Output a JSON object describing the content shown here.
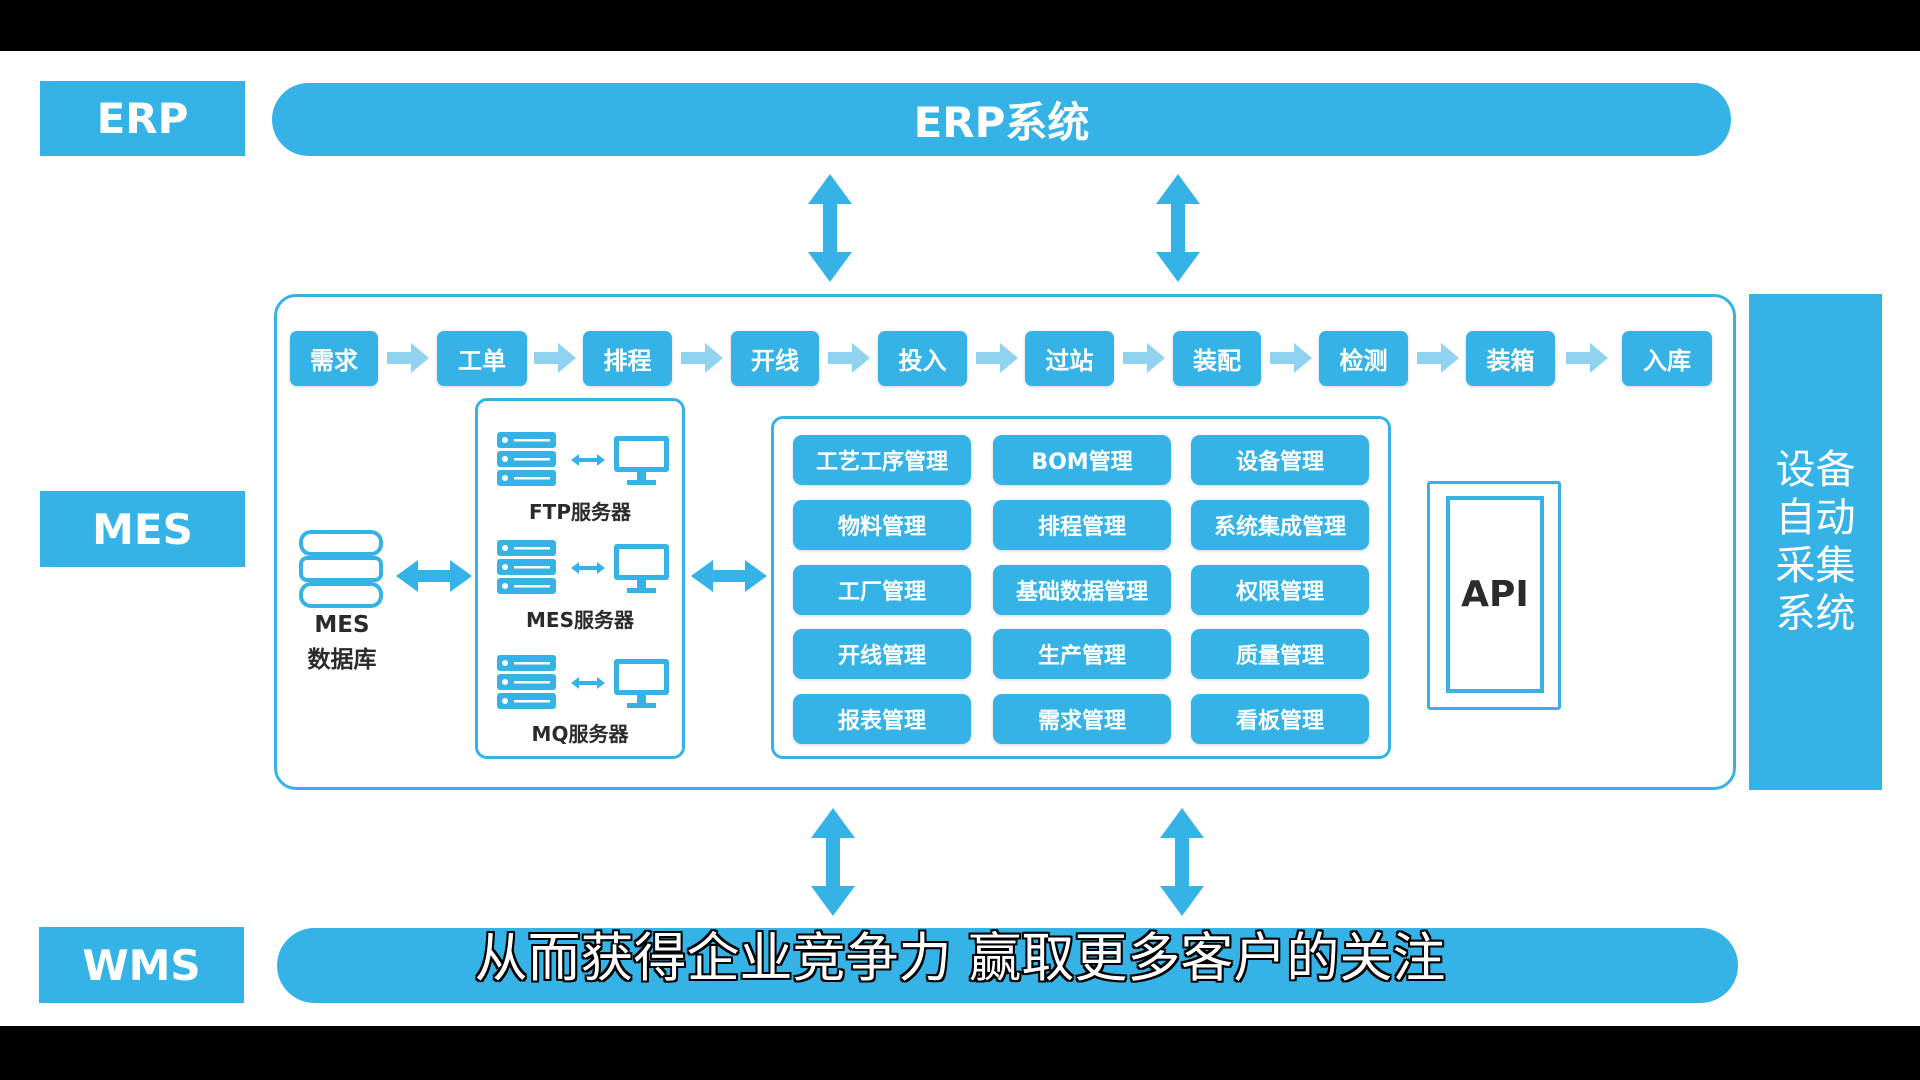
{
  "layers": {
    "erp_label": "ERP",
    "mes_label": "MES",
    "wms_label": "WMS"
  },
  "erp_system": {
    "label": "ERP系统"
  },
  "process_steps": [
    "需求",
    "工单",
    "排程",
    "开线",
    "投入",
    "过站",
    "装配",
    "检测",
    "装箱",
    "入库"
  ],
  "database": {
    "name": "MES",
    "label": "数据库"
  },
  "servers": [
    "FTP服务器",
    "MES服务器",
    "MQ服务器"
  ],
  "modules": [
    [
      "工艺工序管理",
      "BOM管理",
      "设备管理"
    ],
    [
      "物料管理",
      "排程管理",
      "系统集成管理"
    ],
    [
      "工厂管理",
      "基础数据管理",
      "权限管理"
    ],
    [
      "开线管理",
      "生产管理",
      "质量管理"
    ],
    [
      "报表管理",
      "需求管理",
      "看板管理"
    ]
  ],
  "api": {
    "label": "API"
  },
  "equipment_system": {
    "lines": [
      "设备",
      "自动",
      "采集",
      "系统"
    ]
  },
  "subtitle": "从而获得企业竞争力 赢取更多客户的关注",
  "icons": [
    "database-icon",
    "server-rack-icon",
    "monitor-icon",
    "double-arrow-icon",
    "step-arrow-icon"
  ],
  "colors": {
    "accent": "#36b3e6",
    "step_arrow": "#8fd3f1",
    "text_dark": "#2b2b2b",
    "letterbox": "#000000",
    "subtitle_text": "#ffffff"
  }
}
